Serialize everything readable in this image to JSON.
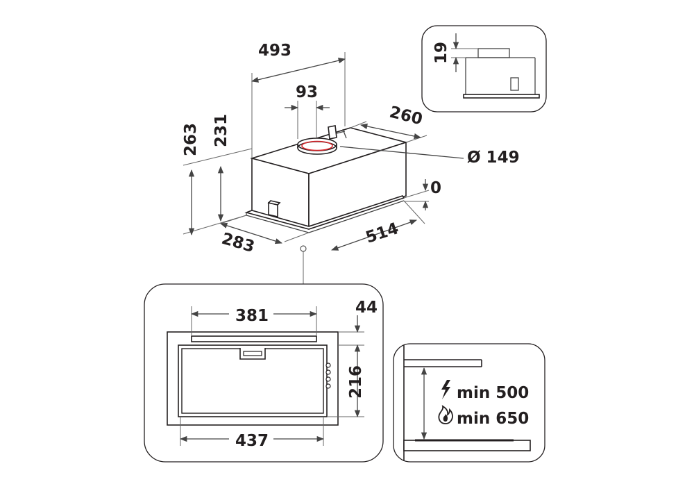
{
  "diagram": {
    "main_view": {
      "width_top": "493",
      "outlet_offset": "93",
      "depth_top": "260",
      "height_total": "263",
      "height_body": "231",
      "outlet_diameter": "Ø 149",
      "gap": "0",
      "depth_bottom": "283",
      "width_bottom": "514"
    },
    "top_inset": {
      "height": "19"
    },
    "bottom_view": {
      "opening_width": "381",
      "front_strip": "44",
      "opening_depth": "216",
      "outer_width": "437"
    },
    "install_view": {
      "electric_icon": "lightning-icon",
      "electric_min": "min 500",
      "gas_icon": "flame-icon",
      "gas_min": "min 650"
    }
  }
}
